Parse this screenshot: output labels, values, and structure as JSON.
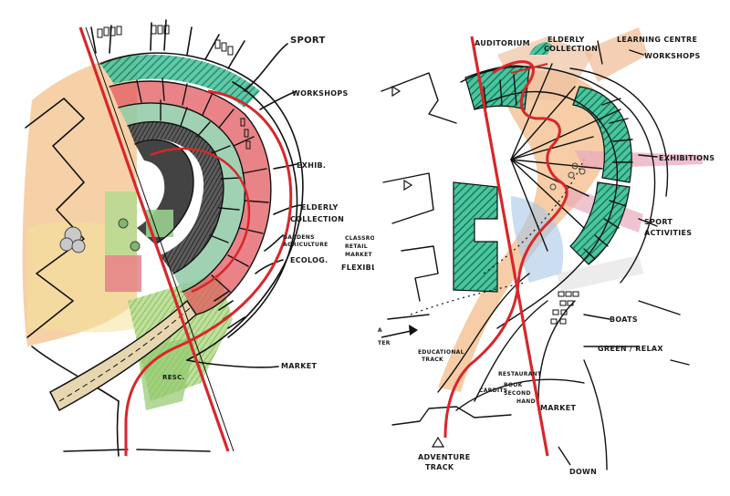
{
  "left_sketch": {
    "labels": {
      "sport": "SPORT",
      "workshops": "WORKSHOPS",
      "exhib": "EXHIB.",
      "elderly": "ELDERLY",
      "collection": "COLLECTION",
      "gardens1": "GARDENS",
      "gardens2": "AGRICULTURE",
      "ecolog": "ECOLOG.",
      "flexible": "FLEXIBLE",
      "note1": "CLASSROOMS",
      "note2": "RETAIL",
      "note3": "MARKET",
      "resc": "RESC.",
      "market": "MARKET"
    }
  },
  "right_sketch": {
    "labels": {
      "auditorium": "AUDITORIUM",
      "elderly1": "ELDERLY",
      "elderly2": "COLLECTION",
      "learning": "LEARNING CENTRE",
      "workshops": "WORKSHOPS",
      "exhibitions": "EXHIBITIONS",
      "sport1": "SPORT",
      "sport2": "ACTIVITIES",
      "boats": "BOATS",
      "green_relax": "GREEN / RELAX",
      "educational1": "EDUCATIONAL",
      "educational2": "TRACK",
      "restaurant": "RESTAURANT",
      "book": "BOOK",
      "second_hand": "SECOND",
      "second_hand2": "HAND",
      "market": "MARKET",
      "cardits": "CARDITS",
      "adventure1": "ADVENTURE",
      "adventure2": "TRACK",
      "down": "DOWN",
      "left_edge1": "A",
      "left_edge2": "TER"
    }
  },
  "colors": {
    "red": "#d8262b",
    "teal": "#129a77",
    "orange": "#f2b36a",
    "peach": "#f3c9a3",
    "pink": "#e8a7b9",
    "green": "#9ccf74",
    "blue": "#a7c6e8",
    "ink": "#111111"
  }
}
